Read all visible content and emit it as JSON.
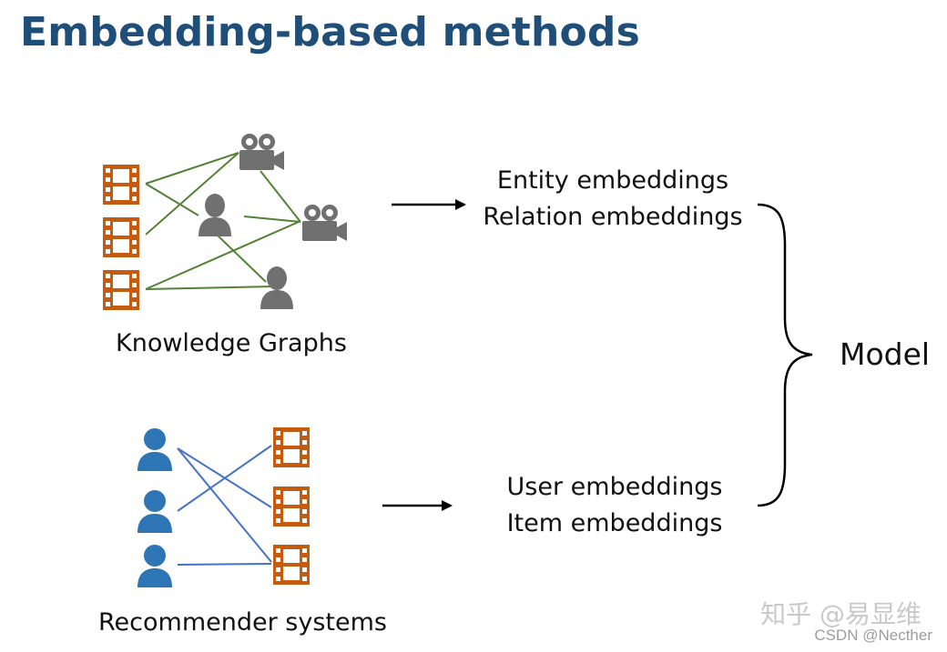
{
  "title": "Embedding-based methods",
  "kg": {
    "label": "Knowledge Graphs",
    "output_line1": "Entity embeddings",
    "output_line2": "Relation embeddings"
  },
  "rec": {
    "label": "Recommender systems",
    "output_line1": "User embeddings",
    "output_line2": "Item embeddings"
  },
  "model_label": "Model",
  "watermark": {
    "line1": "知乎 @易显维",
    "line2": "CSDN @Necther"
  },
  "colors": {
    "title": "#1f4e79",
    "movie_icon": "#c55a11",
    "kg_edges": "#538135",
    "gray_icons": "#707070",
    "user_icons": "#2e75b6",
    "rec_edges": "#4472c4",
    "arrows": "#000000"
  }
}
